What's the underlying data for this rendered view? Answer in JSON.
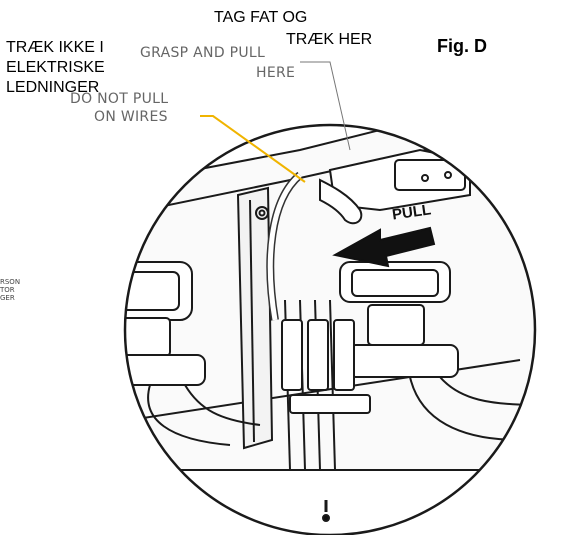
{
  "labels": {
    "danish_grasp_line1": "TAG FAT OG",
    "danish_grasp_line2": "TRÆK HER",
    "english_grasp_line1": "GRASP AND PULL",
    "english_grasp_line2": "HERE",
    "danish_wires_line1": "TRÆK IKKE I",
    "danish_wires_line2": "ELEKTRISKE",
    "danish_wires_line3": "LEDNINGER",
    "english_wires_line1": "DO NOT PULL",
    "english_wires_line2": "ON WIRES",
    "figure_label": "Fig. D",
    "pull_label": "PULL",
    "side_line1": "RSON",
    "side_line2": "TOR",
    "side_line3": "GER"
  },
  "colors": {
    "leader_line": "#f0b400",
    "drawing_stroke": "#1a1a1a",
    "arrow_fill": "#111111"
  }
}
